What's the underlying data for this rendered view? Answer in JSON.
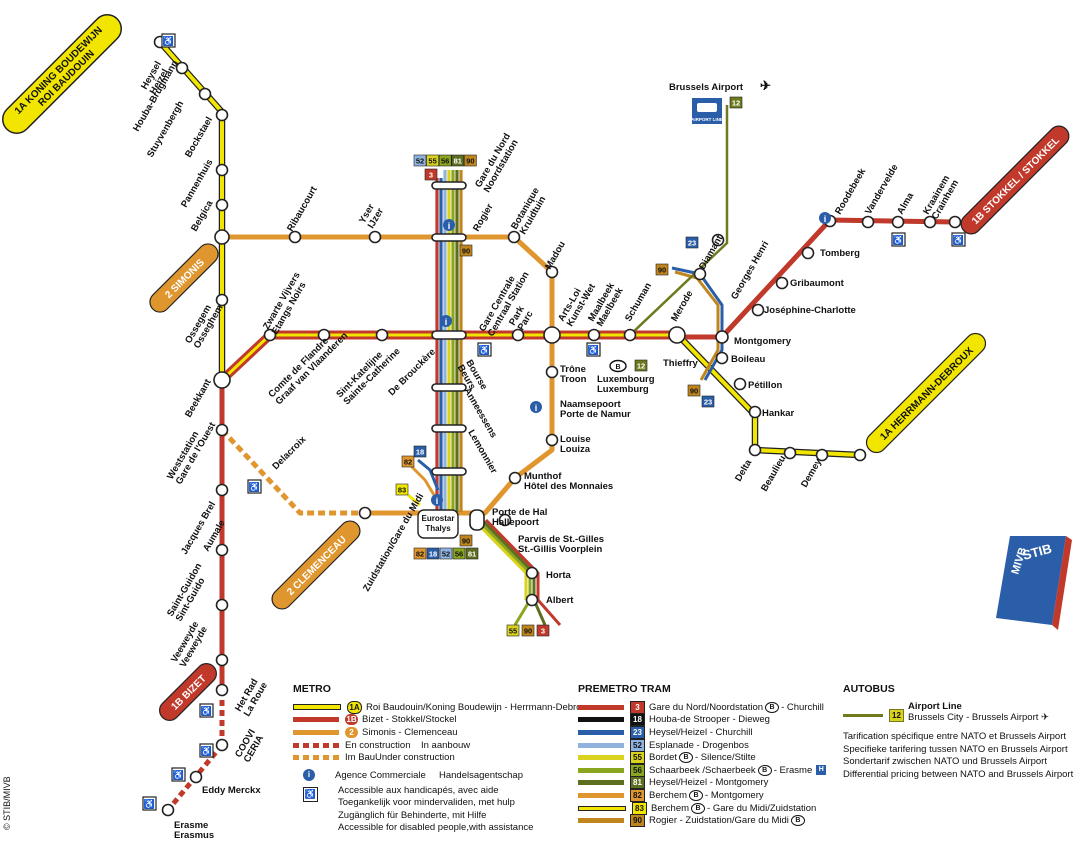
{
  "brand": {
    "stib": "STIB",
    "mivb": "MIVB",
    "copyright": "© STIB/MIVB"
  },
  "colors": {
    "line1a": "#f2e600",
    "line1b": "#c0392b",
    "line2": "#e0962f",
    "airport": "#6f7a1f",
    "tram3": "#c0392b",
    "tram18": "#2a5ea8",
    "tram23": "#2a5ea8",
    "tram52": "#8fb3de",
    "tram55": "#d9d21e",
    "tram56": "#8aa61f",
    "tram81": "#5d6e1f",
    "tram82": "#e0962f",
    "tram90": "#c0861e",
    "stib_blue": "#2a5ea8"
  },
  "terminals": {
    "l1a_north": "1A KONING BOUDEWIJN / ROI BAUDOUIN",
    "l1a_south": "1A HERRMANN-DEBROUX",
    "l1b_east": "1B STOKKEL / STOKKEL",
    "l1b_south": "1B BIZET",
    "l2_north": "2 SIMONIS",
    "l2_south": "2 CLEMENCEAU"
  },
  "stations": {
    "heysel": [
      "Heysel",
      "Heizel"
    ],
    "houba": "Houba-Brugmann",
    "stuyvenbergh": "Stuyvenbergh",
    "bockstael": "Bockstael",
    "pannenhuis": "Pannenhuis",
    "belgica": "Belgica",
    "ossegem": [
      "Ossegem",
      "Osseghem"
    ],
    "beekkant": "Beekkant",
    "weststation": [
      "Weststation",
      "Gare de l'Ouest"
    ],
    "jacques_brel": "Jacques Brel",
    "aumale": "Aumale",
    "saint_guidon": [
      "Saint-Guidon",
      "Sint-Guido"
    ],
    "veeweyde": [
      "Veeweyde",
      "Veeweyde"
    ],
    "het_rad": [
      "Het Rad",
      "La Roue"
    ],
    "coovi": [
      "COOVI",
      "CERIA"
    ],
    "eddy_merckx": "Eddy Merckx",
    "erasme": [
      "Erasme",
      "Erasmus"
    ],
    "ribaucourt": "Ribaucourt",
    "yser": [
      "Yser",
      "IJzer"
    ],
    "rogier": "Rogier",
    "gare_nord": [
      "Gare du Nord",
      "Noordstation"
    ],
    "botanique": [
      "Botanique",
      "Kruidtuin"
    ],
    "madou": "Madou",
    "arts_loi": [
      "Arts-Loi",
      "Kunst-Wet"
    ],
    "maelbeek": [
      "Maalbeek",
      "Maelbeek"
    ],
    "schuman": "Schuman",
    "merode": "Merode",
    "montgomery": "Montgomery",
    "josephine": "Joséphine-Charlotte",
    "gribaumont": "Gribaumont",
    "tomberg": "Tomberg",
    "roodebeek": "Roodebeek",
    "vandervelde": "Vandervelde",
    "alma": "Alma",
    "kraainem": [
      "Kraainem",
      "Crainhem"
    ],
    "zwarte_vijvers": [
      "Zwarte Vijvers",
      "Etangs Noirs"
    ],
    "comte_flandre": [
      "Comte de Flandre",
      "Graaf van Vlaanderen"
    ],
    "ste_catherine": [
      "Sint-Katelijne",
      "Sainte-Catherine"
    ],
    "de_brouckere": "De Brouckère",
    "gare_centrale": [
      "Gare Centrale",
      "Centraal Station"
    ],
    "parc": [
      "Park",
      "Parc"
    ],
    "bourse": [
      "Bourse",
      "Beurs"
    ],
    "anneessens": "Anneessens",
    "lemonnier": "Lemonnier",
    "trone": [
      "Trône",
      "Troon"
    ],
    "naamsepoort": [
      "Naamsepoort",
      "Porte de Namur"
    ],
    "louise": [
      "Louise",
      "Louiza"
    ],
    "munthof": [
      "Munthof",
      "Hôtel des Monnaies"
    ],
    "porte_hal": [
      "Porte de Hal",
      "Hallepoort"
    ],
    "parvis": [
      "Parvis de St.-Gilles",
      "St.-Gillis Voorplein"
    ],
    "horta": "Horta",
    "albert": "Albert",
    "zuidstation": "Zuidstation/Gare du Midi",
    "delacroix": "Delacroix",
    "thieffry": "Thieffry",
    "boileau": "Boileau",
    "petillon": "Pétillon",
    "hankar": "Hankar",
    "delta": "Delta",
    "beaulieu": "Beaulieu",
    "demey": "Demey",
    "diamant": "Diamant",
    "georges_henri": "Georges Henri",
    "luxembourg": [
      "Luxembourg",
      "Luxemburg"
    ],
    "brussels_airport": "Brussels Airport",
    "airport_line_icon": "AIRPORT LINE",
    "eurostar": [
      "Eurostar",
      "Thalys"
    ]
  },
  "badges": {
    "nord_top": [
      "52",
      "55",
      "56",
      "81",
      "90"
    ],
    "nord_3": "3",
    "rogier_90": "90",
    "midi_bottom": [
      "82",
      "18",
      "52",
      "56",
      "81"
    ],
    "midi_90": "90",
    "midi_18": "18",
    "midi_82": "82",
    "midi_83": "83",
    "albert": [
      "55",
      "90",
      "3"
    ],
    "airport_12": "12",
    "lux_12": "12",
    "diamant_23": "23",
    "diamant_90": "90",
    "thieffry_90": "90",
    "thieffry_23": "23"
  },
  "metro_legend": {
    "title": "METRO",
    "items": [
      {
        "num": "1A",
        "text": "Roi Baudouin/Koning Boudewijn - Herrmann-Debroux"
      },
      {
        "num": "1B",
        "text": "Bizet - Stokkel/Stockel"
      },
      {
        "num": "2",
        "text": "Simonis - Clemenceau"
      }
    ],
    "construction": [
      "En construction",
      "In aanbouw"
    ],
    "construction2": [
      "Im Bau",
      "Under construction"
    ],
    "agency": [
      "Agence Commerciale",
      "Handelsagentschap"
    ],
    "access": [
      "Accessible aux handicapés, avec aide",
      "Toegankelijk voor mindervaliden, met hulp",
      "Zugänglich für Behinderte, mit Hilfe",
      "Accessible for disabled people,with assistance"
    ]
  },
  "tram_legend": {
    "title": "PREMETRO TRAM",
    "items": [
      {
        "num": "3",
        "color": "#c0392b",
        "text": "Gare du Nord/Noordstation",
        "b": true,
        "after": "- Churchill"
      },
      {
        "num": "18",
        "color": "#111111",
        "text": "Houba-de Strooper - Dieweg",
        "b": false,
        "after": ""
      },
      {
        "num": "23",
        "color": "#2a5ea8",
        "text": "Heysel/Heizel - Churchill",
        "b": false,
        "after": ""
      },
      {
        "num": "52",
        "color": "#8fb3de",
        "text": "Esplanade - Drogenbos",
        "b": false,
        "after": ""
      },
      {
        "num": "55",
        "color": "#d9d21e",
        "text": "Bordet",
        "b": true,
        "after": "- Silence/Stilte"
      },
      {
        "num": "56",
        "color": "#8aa61f",
        "text": "Schaarbeek /Schaerbeek",
        "b": true,
        "after": "- Erasme"
      },
      {
        "num": "81",
        "color": "#5d6e1f",
        "text": "Heysel/Heizel - Montgomery",
        "b": false,
        "after": ""
      },
      {
        "num": "82",
        "color": "#e0962f",
        "text": "Berchem",
        "b": true,
        "after": "- Montgomery"
      },
      {
        "num": "83",
        "color": "#f2e600",
        "text": "Berchem",
        "b": true,
        "after": "- Gare du Midi/Zuidstation"
      },
      {
        "num": "90",
        "color": "#c0861e",
        "text": "Rogier - Zuidstation/Gare du Midi",
        "b": true,
        "after": ""
      }
    ],
    "h_mark": "H"
  },
  "bus_legend": {
    "title": "AUTOBUS",
    "airport_title": "Airport Line",
    "airport_num": "12",
    "airport_desc": "Brussels City - Brussels Airport",
    "notes": [
      "Tarification spécifique entre NATO et Brussels Airport",
      "Specifieke tarifering tussen NATO en Brussels Airport",
      "Sondertarif zwischen NATO und Brussels Airport",
      "Differential pricing between NATO and Brussels Airport"
    ]
  },
  "b_mark": "B",
  "i_mark": "i"
}
